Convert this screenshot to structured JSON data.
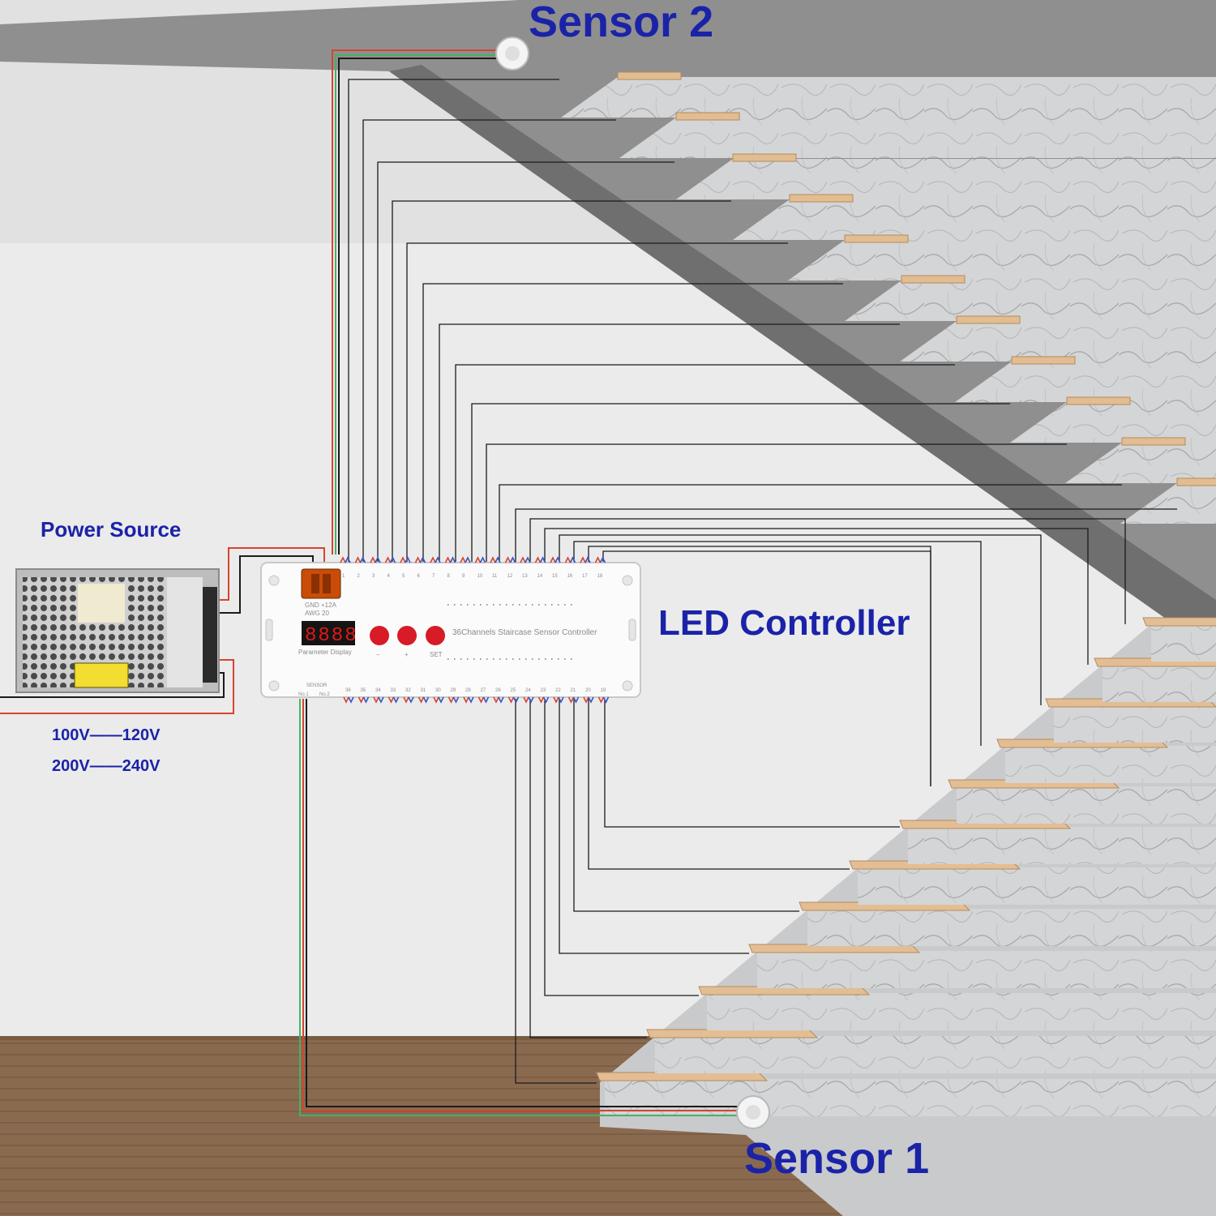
{
  "labels": {
    "sensor_top": "Sensor 2",
    "sensor_bottom": "Sensor 1",
    "controller": "LED Controller",
    "power": "Power Source",
    "voltage_low": "100V——120V",
    "voltage_high": "200V——240V"
  },
  "controller": {
    "model_text": "36Channels Staircase Sensor Controller",
    "display_caption": "Parameter Display",
    "display_value": "8888",
    "fuse_text_1": "GND +12A",
    "fuse_text_2": "AWG 20",
    "buttons": [
      "−",
      "+",
      "SET"
    ],
    "sensor_caption": "SENSOR",
    "sensor_ports": [
      "No.1",
      "No.2"
    ],
    "top_channels": [
      "1",
      "2",
      "3",
      "4",
      "5",
      "6",
      "7",
      "8",
      "9",
      "10",
      "11",
      "12",
      "13",
      "14",
      "15",
      "16",
      "17",
      "18"
    ],
    "bottom_channels": [
      "36",
      "35",
      "34",
      "33",
      "32",
      "31",
      "30",
      "29",
      "28",
      "27",
      "26",
      "25",
      "24",
      "23",
      "22",
      "21",
      "20",
      "19"
    ]
  },
  "colors": {
    "label_blue": "#1a23a8",
    "wire_red": "#d8432f",
    "wire_green": "#45b06a",
    "wire_black": "#1b1b1b",
    "button_red": "#d71b27",
    "display_red": "#e01818"
  }
}
